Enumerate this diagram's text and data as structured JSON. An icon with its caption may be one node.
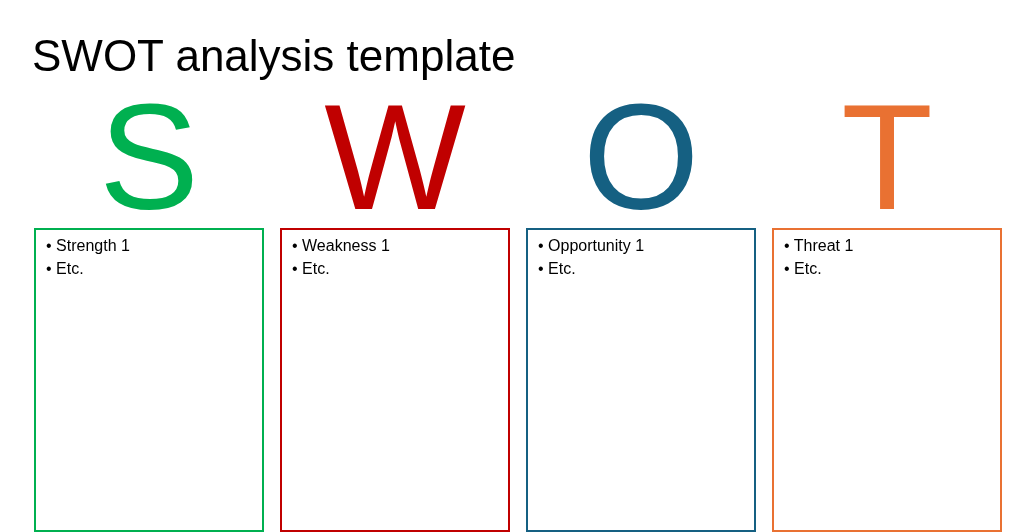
{
  "diagram": {
    "title": "SWOT analysis template",
    "nodes": [
      {
        "text": [
          "S",
          "• Strength 1",
          "• Etc."
        ]
      },
      {
        "text": [
          "W",
          "• Weakness 1",
          "• Etc."
        ]
      },
      {
        "text": [
          "O",
          "• Opportunity 1",
          "• Etc."
        ]
      },
      {
        "text": [
          "T",
          "• Threat 1",
          "• Etc."
        ]
      }
    ],
    "edges": []
  }
}
